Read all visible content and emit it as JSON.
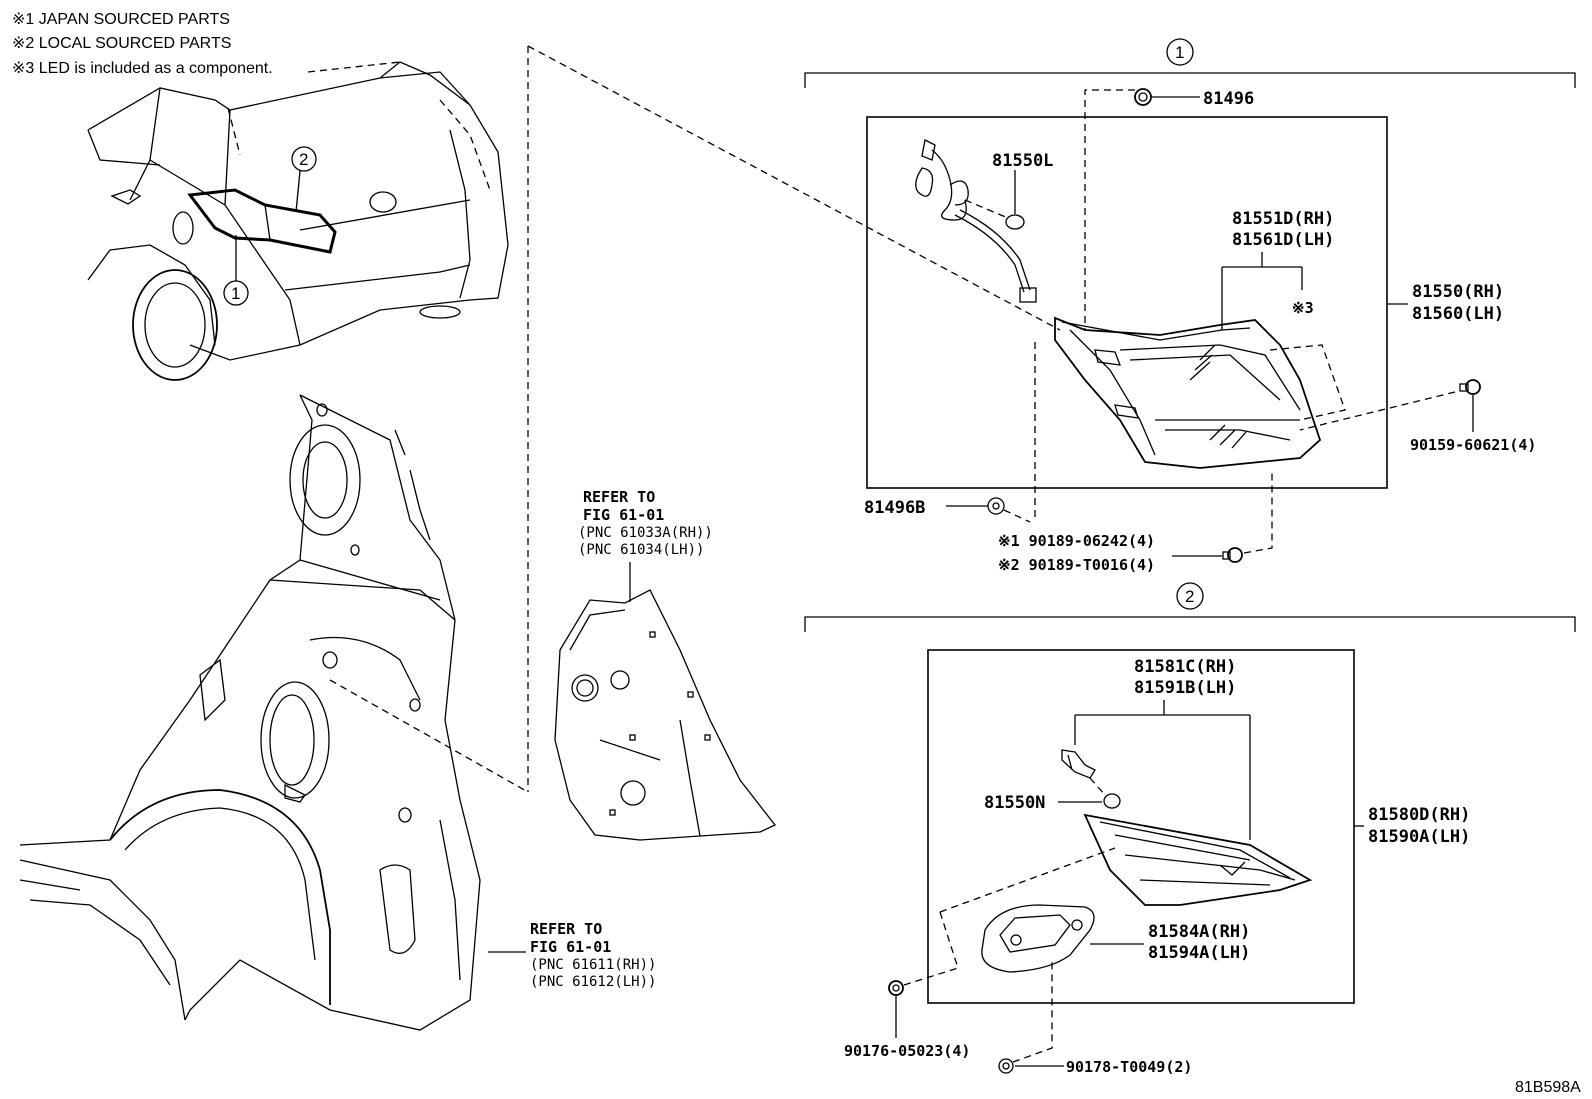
{
  "notes": {
    "n1": "※1 JAPAN SOURCED PARTS",
    "n2": "※2 LOCAL SOURCED PARTS",
    "n3": "※3 LED is included as a component."
  },
  "callouts": {
    "c1": "1",
    "c2": "2"
  },
  "refs": {
    "ref1": {
      "line1": "REFER TO",
      "line2": "FIG 61-01",
      "line3": "(PNC 61033A(RH))",
      "line4": "(PNC 61034(LH))"
    },
    "ref2": {
      "line1": "REFER TO",
      "line2": "FIG 61-01",
      "line3": "(PNC 61611(RH))",
      "line4": "(PNC 61612(LH))"
    }
  },
  "parts": {
    "p81496": "81496",
    "p81550L": "81550L",
    "p81551D": "81551D(RH)",
    "p81561D": "81561D(LH)",
    "led_mark": "※3",
    "p81550": "81550(RH)",
    "p81560": "81560(LH)",
    "p90159": "90159-60621(4)",
    "p81496B": "81496B",
    "p90189a": "※1 90189-06242(4)",
    "p90189b": "※2 90189-T0016(4)",
    "p81581C": "81581C(RH)",
    "p81591B": "81591B(LH)",
    "p81550N": "81550N",
    "p81580D": "81580D(RH)",
    "p81590A": "81590A(LH)",
    "p81584A": "81584A(RH)",
    "p81594A": "81594A(LH)",
    "p90176": "90176-05023(4)",
    "p90178": "90178-T0049(2)"
  },
  "figure_id": "81B598A",
  "icons": [
    "grommet-icon",
    "bolt-icon",
    "clip-icon",
    "screw-icon",
    "bulb-icon",
    "socket-icon"
  ]
}
